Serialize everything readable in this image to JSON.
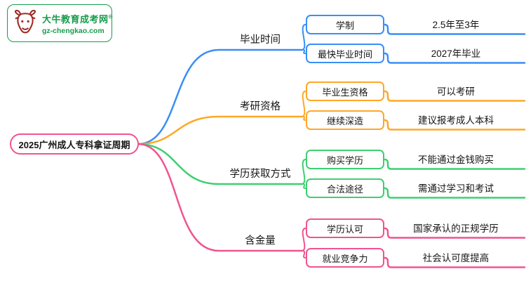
{
  "logo": {
    "name": "大牛教育成考网",
    "trademark": "®",
    "url": "gz-chengkao.com",
    "brand_color": "#169c4c",
    "icon": "bull-icon",
    "icon_color": "#9e2b25"
  },
  "root": {
    "label": "2025广州成人专科拿证周期",
    "color": "#f0548f"
  },
  "branches": [
    {
      "label": "毕业时间",
      "color": "#3a8ef6",
      "children": [
        {
          "key": "学制",
          "value": "2.5年至3年"
        },
        {
          "key": "最快毕业时间",
          "value": "2027年毕业"
        }
      ]
    },
    {
      "label": "考研资格",
      "color": "#ffa727",
      "children": [
        {
          "key": "毕业生资格",
          "value": "可以考研"
        },
        {
          "key": "继续深造",
          "value": "建议报考成人本科"
        }
      ]
    },
    {
      "label": "学历获取方式",
      "color": "#3ecf70",
      "children": [
        {
          "key": "购买学历",
          "value": "不能通过金钱购买"
        },
        {
          "key": "合法途径",
          "value": "需通过学习和考试"
        }
      ]
    },
    {
      "label": "含金量",
      "color": "#f0548f",
      "children": [
        {
          "key": "学历认可",
          "value": "国家承认的正规学历"
        },
        {
          "key": "就业竞争力",
          "value": "社会认可度提高"
        }
      ]
    }
  ]
}
